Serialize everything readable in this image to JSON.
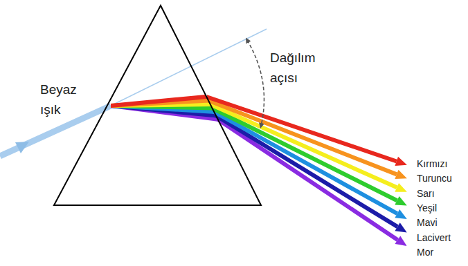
{
  "diagram": {
    "labels": [
      "Beyaz ışık",
      "Dağılım açısı",
      "Kırmızı",
      "Turuncu",
      "Sarı",
      "Yeşil",
      "Mavi",
      "Lacivert",
      "Mor"
    ]
  }
}
